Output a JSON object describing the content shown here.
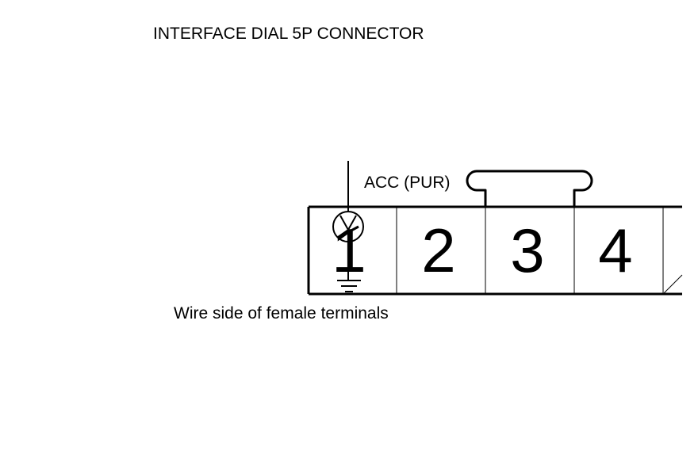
{
  "title": "INTERFACE DIAL 5P CONNECTOR",
  "caption": "Wire side of female terminals",
  "wire_label": "ACC (PUR)",
  "terminals": [
    {
      "label": "1"
    },
    {
      "label": "2"
    },
    {
      "label": "3"
    },
    {
      "label": "4"
    }
  ],
  "symbols": {
    "terminal_1_probe": "voltmeter-icon",
    "ground": "ground-icon",
    "jumper": "jumper-wire"
  },
  "colors": {
    "line": "#000000",
    "background": "#ffffff"
  }
}
